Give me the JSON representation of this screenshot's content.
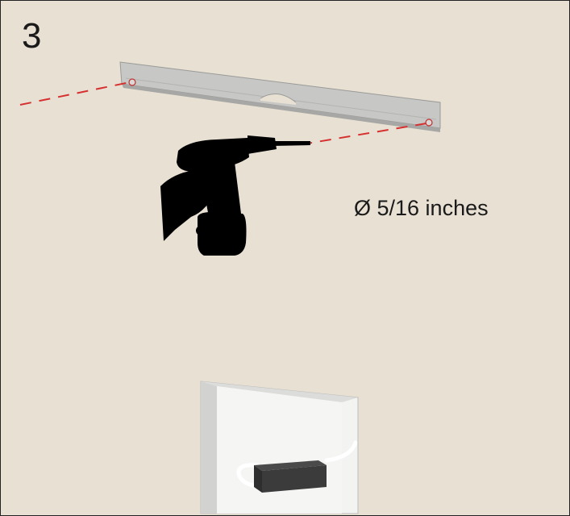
{
  "step": {
    "number": "3"
  },
  "annotation": {
    "drill_bit_size": "Ø 5/16 inches"
  },
  "illustration": {
    "subjects": [
      "wall-rail",
      "drill",
      "hand",
      "wall-recess",
      "power-supply-box",
      "cable"
    ],
    "icons": [
      "drill-icon",
      "hand-icon"
    ]
  },
  "colors": {
    "wall": "#e8e1d3",
    "rail": "#c2c2c0",
    "drill_guide": "#d63030",
    "silhouette": "#000000",
    "recess": "#f2f2f2",
    "power_box": "#3b3b3b",
    "cable": "#ffffff"
  }
}
